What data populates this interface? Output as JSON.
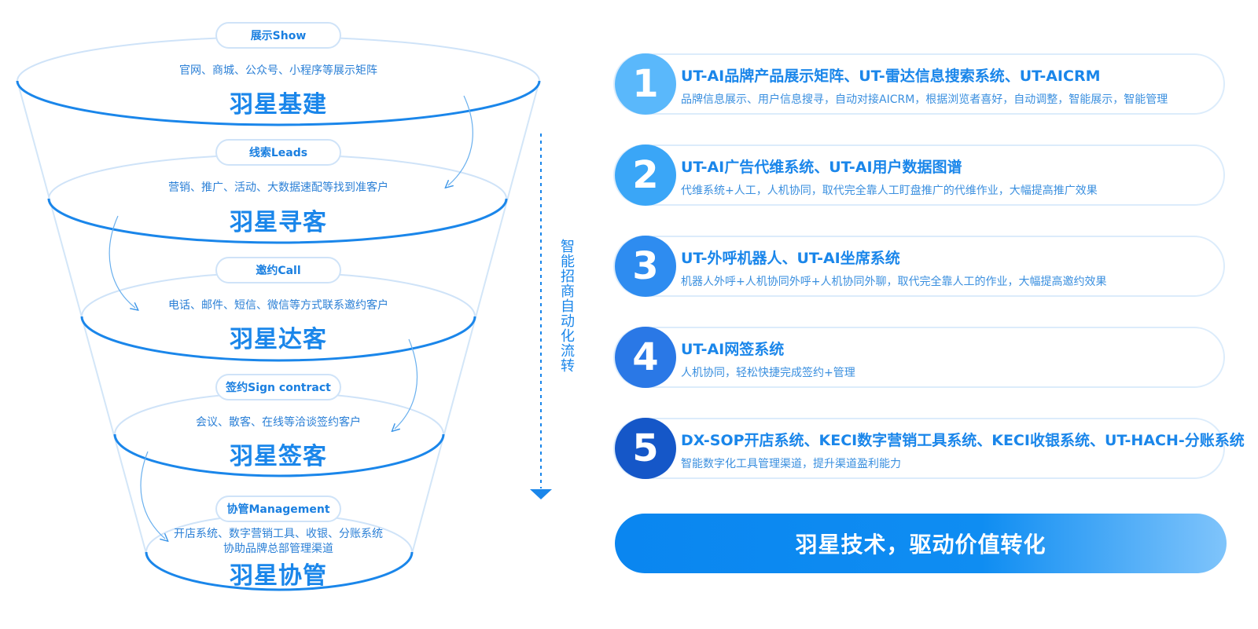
{
  "funnel": {
    "stages": [
      {
        "tag": "展示Show",
        "desc": "官网、商城、公众号、小程序等展示矩阵",
        "title": "羽星基建"
      },
      {
        "tag": "线索Leads",
        "desc": "营销、推广、活动、大数据速配等找到准客户",
        "title": "羽星寻客"
      },
      {
        "tag": "邀约Call",
        "desc": "电话、邮件、短信、微信等方式联系邀约客户",
        "title": "羽星达客"
      },
      {
        "tag": "签约Sign contract",
        "desc": "会议、散客、在线等洽谈签约客户",
        "title": "羽星签客"
      },
      {
        "tag": "协管Management",
        "desc": "开店系统、数字营销工具、收银、分账系统",
        "desc2": "协助品牌总部管理渠道",
        "title": "羽星协管"
      }
    ],
    "flow_label": "智能招商自动化流转"
  },
  "cards": [
    {
      "num": "1",
      "color": "#5ab8fb",
      "title": "UT-AI品牌产品展示矩阵、UT-雷达信息搜索系统、UT-AICRM",
      "desc": "品牌信息展示、用户信息搜寻，自动对接AICRM，根据浏览者喜好，自动调整，智能展示，智能管理"
    },
    {
      "num": "2",
      "color": "#3aa6f7",
      "title": "UT-AI广告代维系统、UT-AI用户数据图谱",
      "desc": "代维系统+人工，人机协同，取代完全靠人工盯盘推广的代维作业，大幅提高推广效果"
    },
    {
      "num": "3",
      "color": "#2e8cf0",
      "title": "UT-外呼机器人、UT-AI坐席系统",
      "desc": "机器人外呼+人机协同外呼+人机协同外聊，取代完全靠人工的作业，大幅提高邀约效果"
    },
    {
      "num": "4",
      "color": "#2a78e6",
      "title": "UT-AI网签系统",
      "desc": "人机协同，轻松快捷完成签约+管理"
    },
    {
      "num": "5",
      "color": "#1557c8",
      "title": "DX-SOP开店系统、KECI数字营销工具系统、KECI收银系统、UT-HACH-分账系统",
      "desc": "智能数字化工具管理渠道，提升渠道盈利能力"
    }
  ],
  "banner": "羽星技术，驱动价值转化"
}
